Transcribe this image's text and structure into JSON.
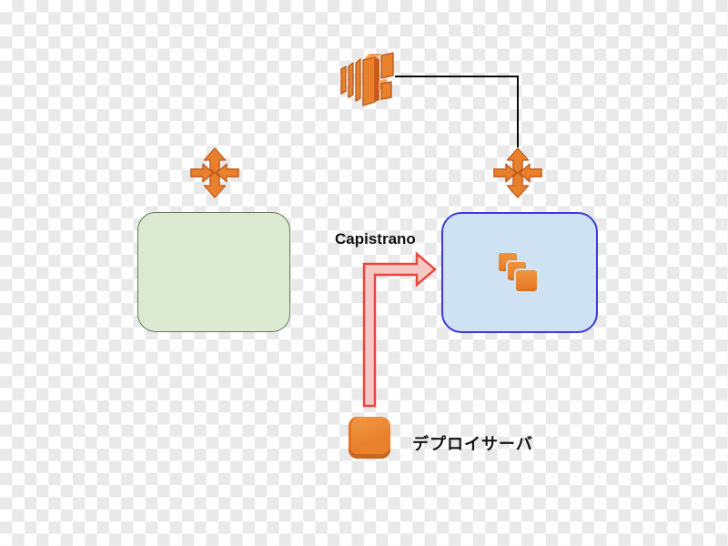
{
  "diagram": {
    "labels": {
      "capistrano": "Capistrano",
      "deploy_server": "デプロイサーバ"
    },
    "nodes": {
      "load_balancer": {
        "icon": "aws-elastic-load-balancer-icon"
      },
      "auto_scaling_left": {
        "icon": "aws-auto-scaling-icon"
      },
      "auto_scaling_right": {
        "icon": "aws-auto-scaling-icon"
      },
      "green_group": {
        "type": "empty-group-box"
      },
      "blue_group": {
        "type": "group-box",
        "icon": "aws-ec2-instances-icon"
      },
      "deploy_server": {
        "icon": "aws-instance-icon",
        "label": "デプロイサーバ"
      }
    },
    "edges": {
      "lb_to_autoscaling": {
        "style": "black-elbow-line"
      },
      "deploy_to_blue_group": {
        "style": "red-elbow-arrow",
        "label": "Capistrano"
      }
    },
    "colors": {
      "orange": "#E8802C",
      "orange_dark": "#BE5B1E",
      "green_box_fill": "#DCEAD2",
      "green_box_border": "#5F7D57",
      "blue_box_fill": "#CFE2F3",
      "blue_box_border": "#3D39DC",
      "arrow_stroke": "#E8453C",
      "arrow_fill": "#F6C8C4",
      "connector": "#0A0A0A",
      "checker_gray": "#E9E9E9",
      "checker_white": "#FFFFFF"
    }
  }
}
